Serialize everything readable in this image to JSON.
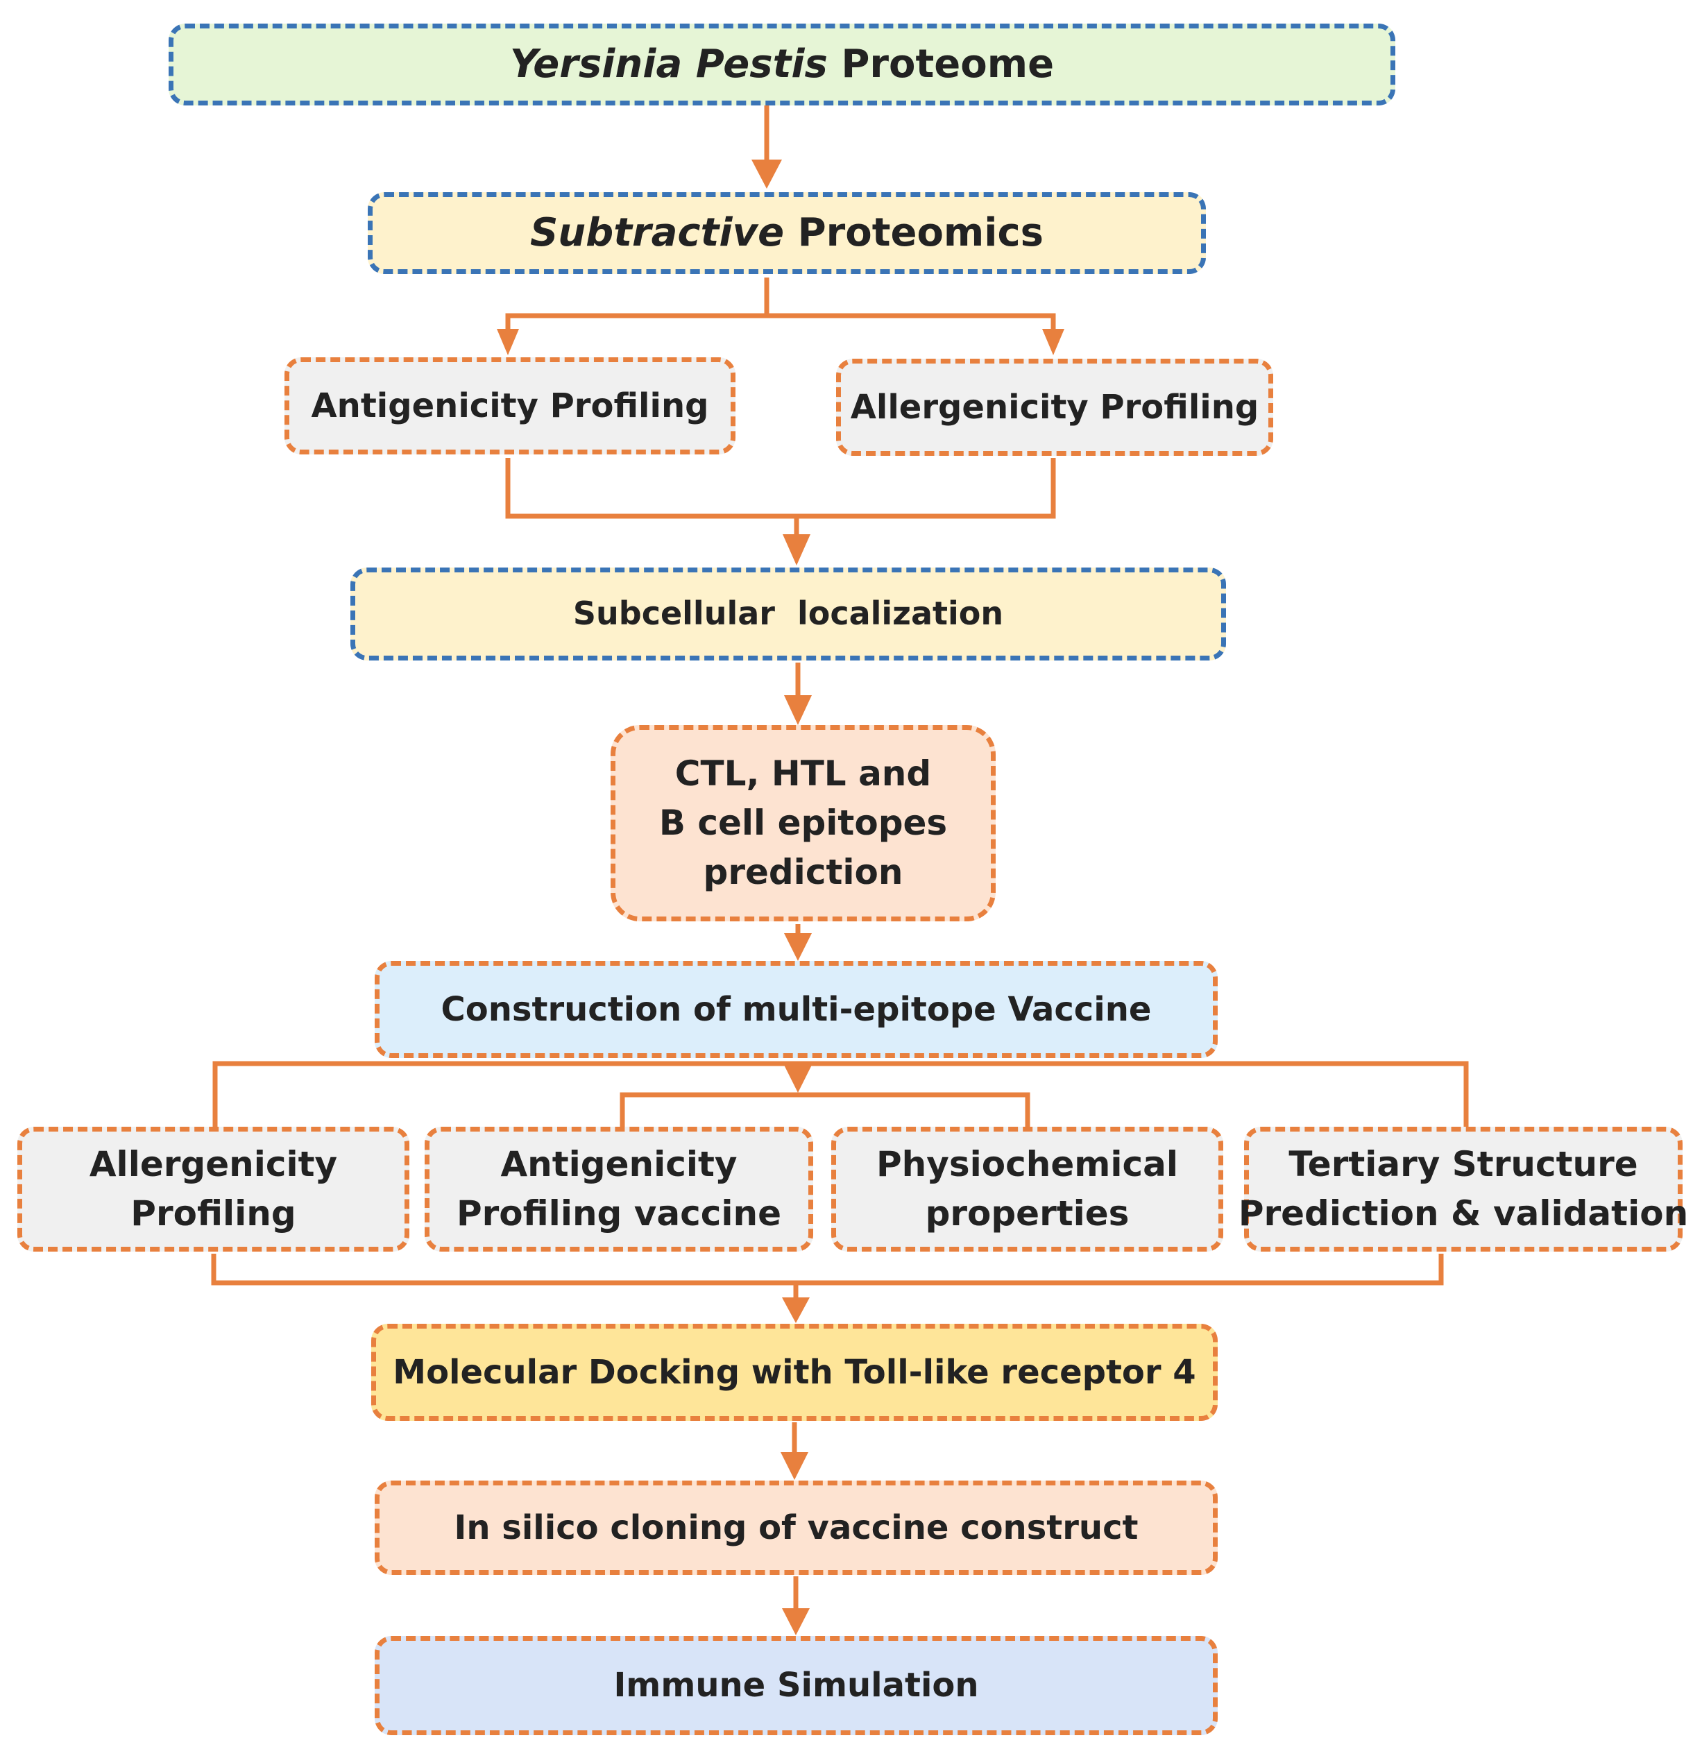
{
  "colors": {
    "blue_border": "#3a74b6",
    "orange_border": "#e8803e",
    "connector": "#e8803e",
    "fill_green": "#e6f5d6",
    "fill_light_yellow": "#fef2cc",
    "fill_gray": "#f0f0f0",
    "fill_peach": "#fde3d1",
    "fill_light_blue": "#dceefb",
    "fill_yellow": "#fee599",
    "fill_blue": "#d8e4f8"
  },
  "nodes": {
    "proteome": {
      "italic": "Yersinia Pestis",
      "rest": " Proteome"
    },
    "subtractive": {
      "italic": "Subtractive",
      "rest": " Proteomics"
    },
    "antigenicity_1": "Antigenicity Profiling",
    "allergenicity_1": "Allergenicity Profiling",
    "subcellular": "Subcellular  localization",
    "epitopes": [
      "CTL, HTL and",
      "B cell epitopes",
      "prediction"
    ],
    "construction": "Construction of multi-epitope Vaccine",
    "allergenicity_2": [
      "Allergenicity",
      "Profiling"
    ],
    "antigenicity_2": [
      "Antigenicity",
      "Profiling vaccine"
    ],
    "physiochemical": [
      "Physiochemical",
      "properties"
    ],
    "tertiary": [
      "Tertiary Structure",
      "Prediction & validation"
    ],
    "docking": "Molecular Docking with Toll-like receptor 4",
    "cloning": "In silico cloning of vaccine construct",
    "immune": "Immune Simulation"
  }
}
